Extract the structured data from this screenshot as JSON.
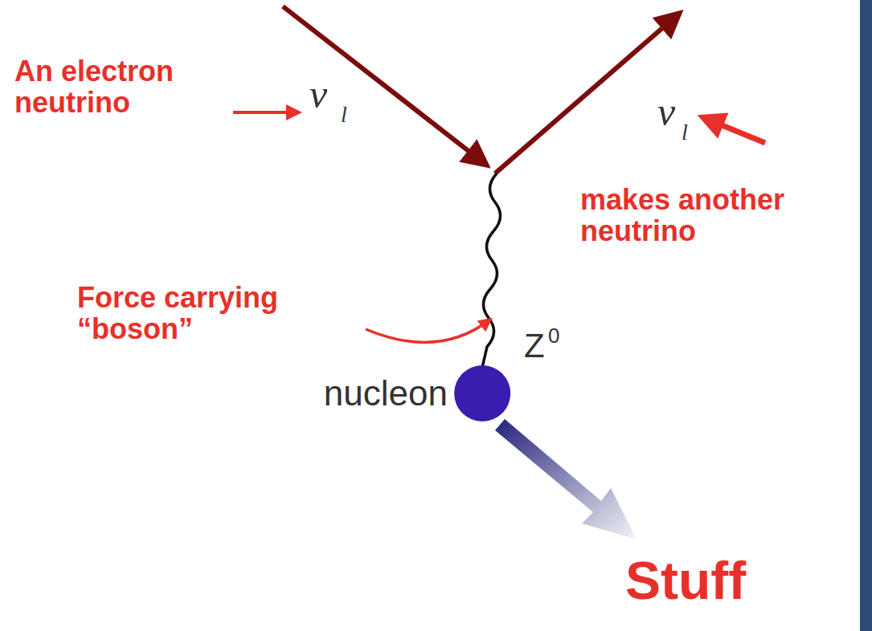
{
  "diagram": {
    "nodes": [
      {
        "text": [
          "nucleon"
        ]
      }
    ],
    "labels": [
      "An electron neutrino",
      "ν",
      "l",
      "ν",
      "l",
      "makes another neutrino",
      "Z",
      "0",
      "Force carrying “boson”",
      "Stuff"
    ]
  }
}
